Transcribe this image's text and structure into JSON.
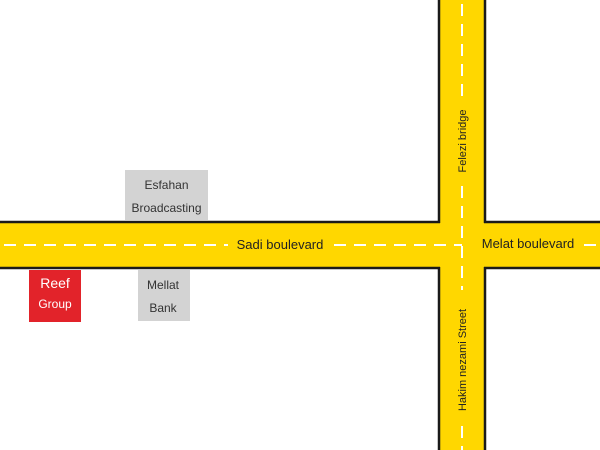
{
  "colors": {
    "road_fill": "#FFD700",
    "road_edge": "#1A1A1A",
    "lane_marking": "#FFFFFF",
    "building_gray": "#D3D3D3",
    "reef_red": "#E2232A",
    "background": "#FFFFFF"
  },
  "roads": {
    "horizontal_west": "Sadi boulevard",
    "horizontal_east": "Melat boulevard",
    "vertical_north": "Felezi  bridge",
    "vertical_south": "Hakim nezami Street"
  },
  "landmarks": {
    "esfahan_broadcasting": {
      "line1": "Esfahan",
      "line2": "Broadcasting"
    },
    "mellat_bank": {
      "line1": "Mellat",
      "line2": "Bank"
    },
    "reef_group": {
      "line1": "Reef",
      "line2": "Group"
    }
  }
}
